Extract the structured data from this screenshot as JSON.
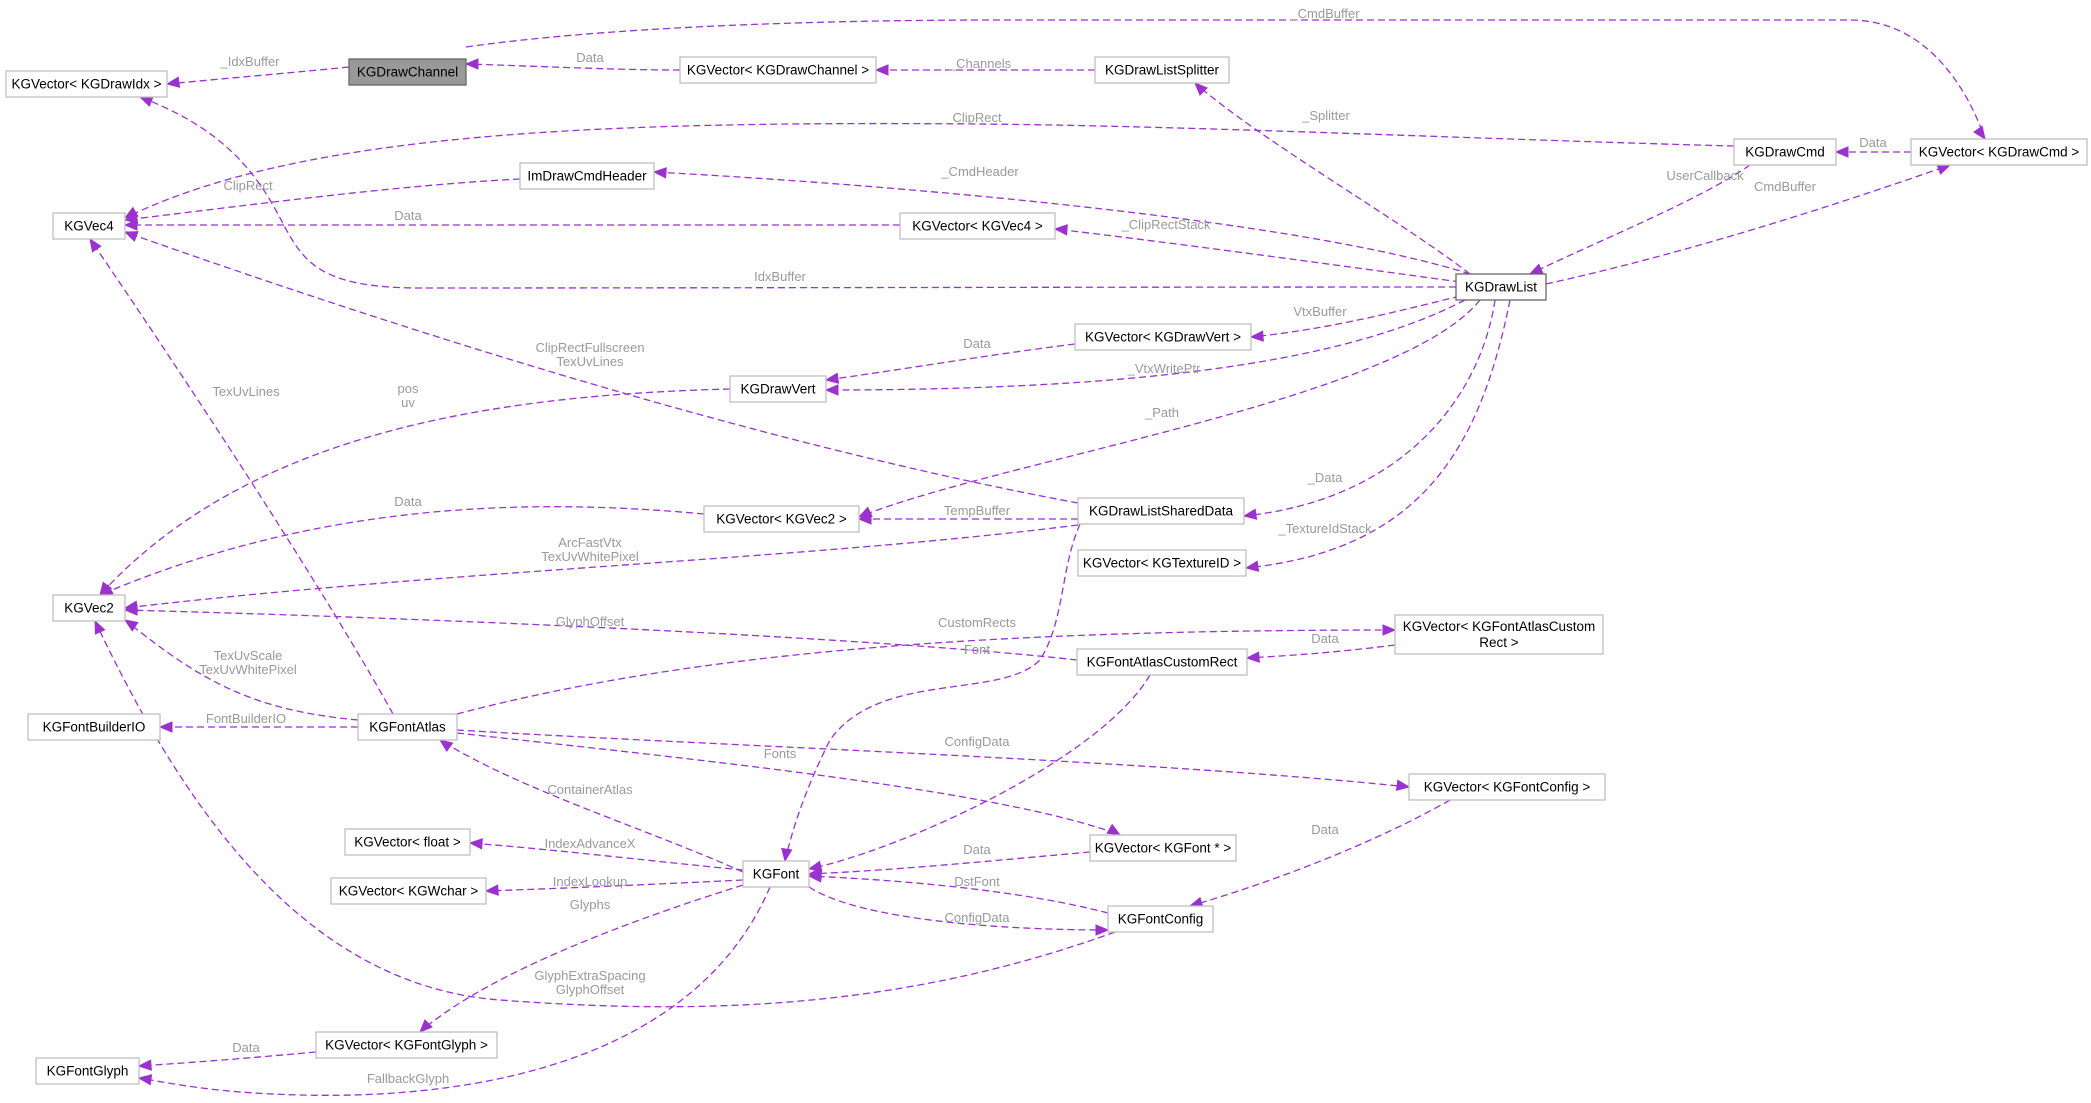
{
  "nodes": [
    {
      "id": "KGDrawChannel",
      "label": "KGDrawChannel",
      "highlighted": true
    },
    {
      "id": "KGVectorDrawIdx",
      "label": "KGVector< KGDrawIdx >"
    },
    {
      "id": "KGVectorDrawChannel",
      "label": "KGVector< KGDrawChannel >"
    },
    {
      "id": "KGDrawListSplitter",
      "label": "KGDrawListSplitter"
    },
    {
      "id": "KGDrawCmd",
      "label": "KGDrawCmd"
    },
    {
      "id": "KGVectorDrawCmd",
      "label": "KGVector< KGDrawCmd >"
    },
    {
      "id": "ImDrawCmdHeader",
      "label": "ImDrawCmdHeader"
    },
    {
      "id": "KGVec4",
      "label": "KGVec4"
    },
    {
      "id": "KGVectorVec4",
      "label": "KGVector< KGVec4 >"
    },
    {
      "id": "KGDrawList",
      "label": "KGDrawList",
      "root": true
    },
    {
      "id": "KGVectorDrawVert",
      "label": "KGVector< KGDrawVert >"
    },
    {
      "id": "KGDrawVert",
      "label": "KGDrawVert"
    },
    {
      "id": "KGVectorVec2",
      "label": "KGVector< KGVec2 >"
    },
    {
      "id": "KGDrawListSharedData",
      "label": "KGDrawListSharedData"
    },
    {
      "id": "KGVectorTextureID",
      "label": "KGVector< KGTextureID >"
    },
    {
      "id": "KGVec2",
      "label": "KGVec2"
    },
    {
      "id": "KGVectorFontAtlasCustomRect",
      "label": [
        "KGVector< KGFontAtlasCustom",
        "Rect >"
      ]
    },
    {
      "id": "KGFontAtlasCustomRect",
      "label": "KGFontAtlasCustomRect"
    },
    {
      "id": "KGFontBuilderIO",
      "label": "KGFontBuilderIO"
    },
    {
      "id": "KGFontAtlas",
      "label": "KGFontAtlas"
    },
    {
      "id": "KGVectorFontConfig",
      "label": "KGVector< KGFontConfig >"
    },
    {
      "id": "KGVectorFloat",
      "label": "KGVector< float >"
    },
    {
      "id": "KGVectorFontPtr",
      "label": "KGVector< KGFont * >"
    },
    {
      "id": "KGFont",
      "label": "KGFont"
    },
    {
      "id": "KGVectorWchar",
      "label": "KGVector< KGWchar >"
    },
    {
      "id": "KGFontConfig",
      "label": "KGFontConfig"
    },
    {
      "id": "KGVectorFontGlyph",
      "label": "KGVector< KGFontGlyph >"
    },
    {
      "id": "KGFontGlyph",
      "label": "KGFontGlyph"
    }
  ],
  "edges": [
    {
      "id": "e-cmdbuffer-top",
      "from": "KGVectorDrawCmd",
      "to": "KGDrawChannel",
      "label": "_CmdBuffer"
    },
    {
      "id": "e-idxbuffer-channel",
      "from": "KGVectorDrawIdx",
      "to": "KGDrawChannel",
      "label": "_IdxBuffer"
    },
    {
      "id": "e-data-channel",
      "from": "KGDrawChannel",
      "to": "KGVectorDrawChannel",
      "label": "Data"
    },
    {
      "id": "e-channels",
      "from": "KGVectorDrawChannel",
      "to": "KGDrawListSplitter",
      "label": "_Channels"
    },
    {
      "id": "e-splitter",
      "from": "KGDrawListSplitter",
      "to": "KGDrawList",
      "label": "_Splitter"
    },
    {
      "id": "e-cliprect-cmd",
      "from": "KGVec4",
      "to": "KGDrawCmd",
      "label": "ClipRect"
    },
    {
      "id": "e-data-cmd",
      "from": "KGDrawCmd",
      "to": "KGVectorDrawCmd",
      "label": "Data"
    },
    {
      "id": "e-usercallback",
      "from": "KGDrawList",
      "to": "KGDrawCmd",
      "label": "UserCallback"
    },
    {
      "id": "e-cmdbuffer",
      "from": "KGVectorDrawCmd",
      "to": "KGDrawList",
      "label": "CmdBuffer"
    },
    {
      "id": "e-cmdheader",
      "from": "ImDrawCmdHeader",
      "to": "KGDrawList",
      "label": "_CmdHeader"
    },
    {
      "id": "e-cliprect-header",
      "from": "KGVec4",
      "to": "ImDrawCmdHeader",
      "label": "ClipRect"
    },
    {
      "id": "e-data-vec4",
      "from": "KGVec4",
      "to": "KGVectorVec4",
      "label": "Data"
    },
    {
      "id": "e-cliprectstack",
      "from": "KGVectorVec4",
      "to": "KGDrawList",
      "label": "_ClipRectStack"
    },
    {
      "id": "e-idxbuffer",
      "from": "KGVectorDrawIdx",
      "to": "KGDrawList",
      "label": "IdxBuffer"
    },
    {
      "id": "e-vtxbuffer",
      "from": "KGVectorDrawVert",
      "to": "KGDrawList",
      "label": "VtxBuffer"
    },
    {
      "id": "e-data-vert",
      "from": "KGDrawVert",
      "to": "KGVectorDrawVert",
      "label": "Data"
    },
    {
      "id": "e-vtxwriteptr",
      "from": "KGDrawVert",
      "to": "KGDrawList",
      "label": "_VtxWritePtr"
    },
    {
      "id": "e-path",
      "from": "KGVectorVec2",
      "to": "KGDrawList",
      "label": "_Path"
    },
    {
      "id": "e-data-shared",
      "from": "KGDrawListSharedData",
      "to": "KGDrawList",
      "label": "_Data"
    },
    {
      "id": "e-textureidstack",
      "from": "KGVectorTextureID",
      "to": "KGDrawList",
      "label": "_TextureIdStack"
    },
    {
      "id": "e-cliprectfullscreen",
      "from": "KGVec4",
      "to": "KGDrawListSharedData",
      "label": [
        "ClipRectFullscreen",
        "TexUvLines"
      ]
    },
    {
      "id": "e-posuv",
      "from": "KGVec2",
      "to": "KGDrawVert",
      "label": [
        "pos",
        "uv"
      ]
    },
    {
      "id": "e-texuvlines",
      "from": "KGVec4",
      "to": "KGFontAtlas",
      "label": "TexUvLines"
    },
    {
      "id": "e-data-vec2",
      "from": "KGVec2",
      "to": "KGVectorVec2",
      "label": "Data"
    },
    {
      "id": "e-tempbuffer",
      "from": "KGVectorVec2",
      "to": "KGDrawListSharedData",
      "label": "TempBuffer"
    },
    {
      "id": "e-arcfastvtx",
      "from": "KGVec2",
      "to": "KGDrawListSharedData",
      "label": [
        "ArcFastVtx",
        "TexUvWhitePixel"
      ]
    },
    {
      "id": "e-glyphoffset",
      "from": "KGVec2",
      "to": "KGFontAtlasCustomRect",
      "label": "GlyphOffset"
    },
    {
      "id": "e-customrects",
      "from": "KGVectorFontAtlasCustomRect",
      "to": "KGFontAtlas",
      "label": "CustomRects"
    },
    {
      "id": "e-data-customrect",
      "from": "KGFontAtlasCustomRect",
      "to": "KGVectorFontAtlasCustomRect",
      "label": "Data"
    },
    {
      "id": "e-font-customrect",
      "from": "KGFont",
      "to": "KGFontAtlasCustomRect",
      "label": "Font"
    },
    {
      "id": "e-font-shared",
      "from": "KGFont",
      "to": "KGDrawListSharedData",
      "label": "Font"
    },
    {
      "id": "e-texuvscale",
      "from": "KGVec2",
      "to": "KGFontAtlas",
      "label": [
        "TexUvScale",
        "TexUvWhitePixel"
      ]
    },
    {
      "id": "e-fontbuilderio",
      "from": "KGFontBuilderIO",
      "to": "KGFontAtlas",
      "label": "FontBuilderIO"
    },
    {
      "id": "e-configdata-atlas",
      "from": "KGVectorFontConfig",
      "to": "KGFontAtlas",
      "label": "ConfigData"
    },
    {
      "id": "e-fonts",
      "from": "KGVectorFontPtr",
      "to": "KGFontAtlas",
      "label": "Fonts"
    },
    {
      "id": "e-containeratlas",
      "from": "KGFontAtlas",
      "to": "KGFont",
      "label": "ContainerAtlas"
    },
    {
      "id": "e-data-fontconfig",
      "from": "KGFontConfig",
      "to": "KGVectorFontConfig",
      "label": "Data"
    },
    {
      "id": "e-indexadvancex",
      "from": "KGVectorFloat",
      "to": "KGFont",
      "label": "IndexAdvanceX"
    },
    {
      "id": "e-data-fontptr",
      "from": "KGFont",
      "to": "KGVectorFontPtr",
      "label": "Data"
    },
    {
      "id": "e-indexlookup",
      "from": "KGVectorWchar",
      "to": "KGFont",
      "label": "IndexLookup"
    },
    {
      "id": "e-dstfont",
      "from": "KGFont",
      "to": "KGFontConfig",
      "label": "DstFont"
    },
    {
      "id": "e-configdata-font",
      "from": "KGFontConfig",
      "to": "KGFont",
      "label": "ConfigData"
    },
    {
      "id": "e-glyphs",
      "from": "KGVectorFontGlyph",
      "to": "KGFont",
      "label": "Glyphs"
    },
    {
      "id": "e-glyphextraspacing",
      "from": "KGVec2",
      "to": "KGFontConfig",
      "label": [
        "GlyphExtraSpacing",
        "GlyphOffset"
      ]
    },
    {
      "id": "e-data-glyph",
      "from": "KGFontGlyph",
      "to": "KGVectorFontGlyph",
      "label": "Data"
    },
    {
      "id": "e-fallbackglyph",
      "from": "KGFontGlyph",
      "to": "KGFont",
      "label": "FallbackGlyph"
    }
  ],
  "colors": {
    "edge": "#9a32cd",
    "edge_label": "#9a9a9a",
    "node_border": "#bfbfbf",
    "highlight_fill": "#999999"
  }
}
